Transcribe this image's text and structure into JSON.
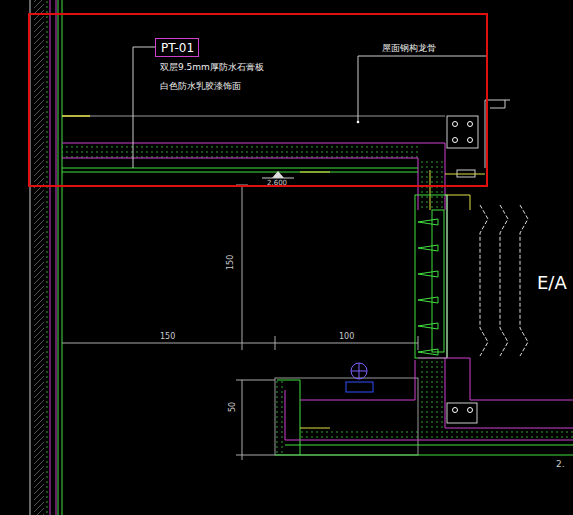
{
  "diagram": {
    "nodes": [
      {
        "text": [
          "PT-01"
        ]
      }
    ],
    "labels": [
      "双层9.5mm厚防水石膏板",
      "白色防水乳胶漆饰面",
      "屋面钢构龙骨",
      "2.600",
      "150",
      "150",
      "100",
      "50",
      "E/A",
      "2."
    ]
  }
}
